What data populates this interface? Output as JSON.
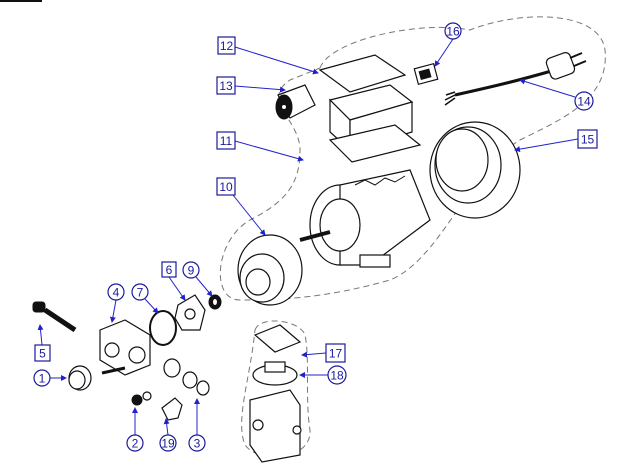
{
  "title": "Exploded parts diagram",
  "callouts": {
    "c1": "1",
    "c2": "2",
    "c3": "3",
    "c4": "4",
    "c5": "5",
    "c6": "6",
    "c7": "7",
    "c9": "9",
    "c10": "10",
    "c11": "11",
    "c12": "12",
    "c13": "13",
    "c14": "14",
    "c15": "15",
    "c16": "16",
    "c17": "17",
    "c18": "18",
    "c19": "19"
  },
  "colors": {
    "callout": "#1a1a9c",
    "leader": "#2222cc",
    "outline": "#777777"
  }
}
